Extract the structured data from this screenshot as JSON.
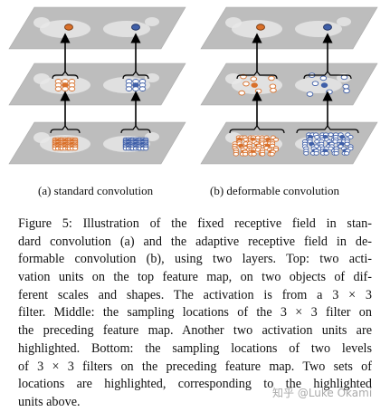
{
  "figure": {
    "subcaption_a": "(a) standard convolution",
    "subcaption_b": "(b) deformable convolution",
    "colors": {
      "orange": "#d9702a",
      "blue": "#3f5fa8",
      "plane": "#bdbdbd",
      "animal": "#e8e8e8",
      "arrow": "#000000"
    }
  },
  "caption": {
    "lines": [
      "Figure 5: Illustration of the fixed receptive field in stan-",
      "dard convolution (a) and the adaptive receptive field in de-",
      "formable convolution (b), using two layers. Top: two acti-",
      "vation units on the top feature map, on two objects of dif-",
      "ferent scales and shapes. The activation is from a 3 × 3",
      "filter. Middle: the sampling locations of the 3 × 3 filter on",
      "the preceding feature map. Another two activation units are",
      "highlighted. Bottom: the sampling locations of two levels",
      "of 3 × 3 filters on the preceding feature map. Two sets of",
      "locations are highlighted, corresponding to the highlighted",
      "units above."
    ]
  },
  "watermark": "知乎 @Luke Okami"
}
